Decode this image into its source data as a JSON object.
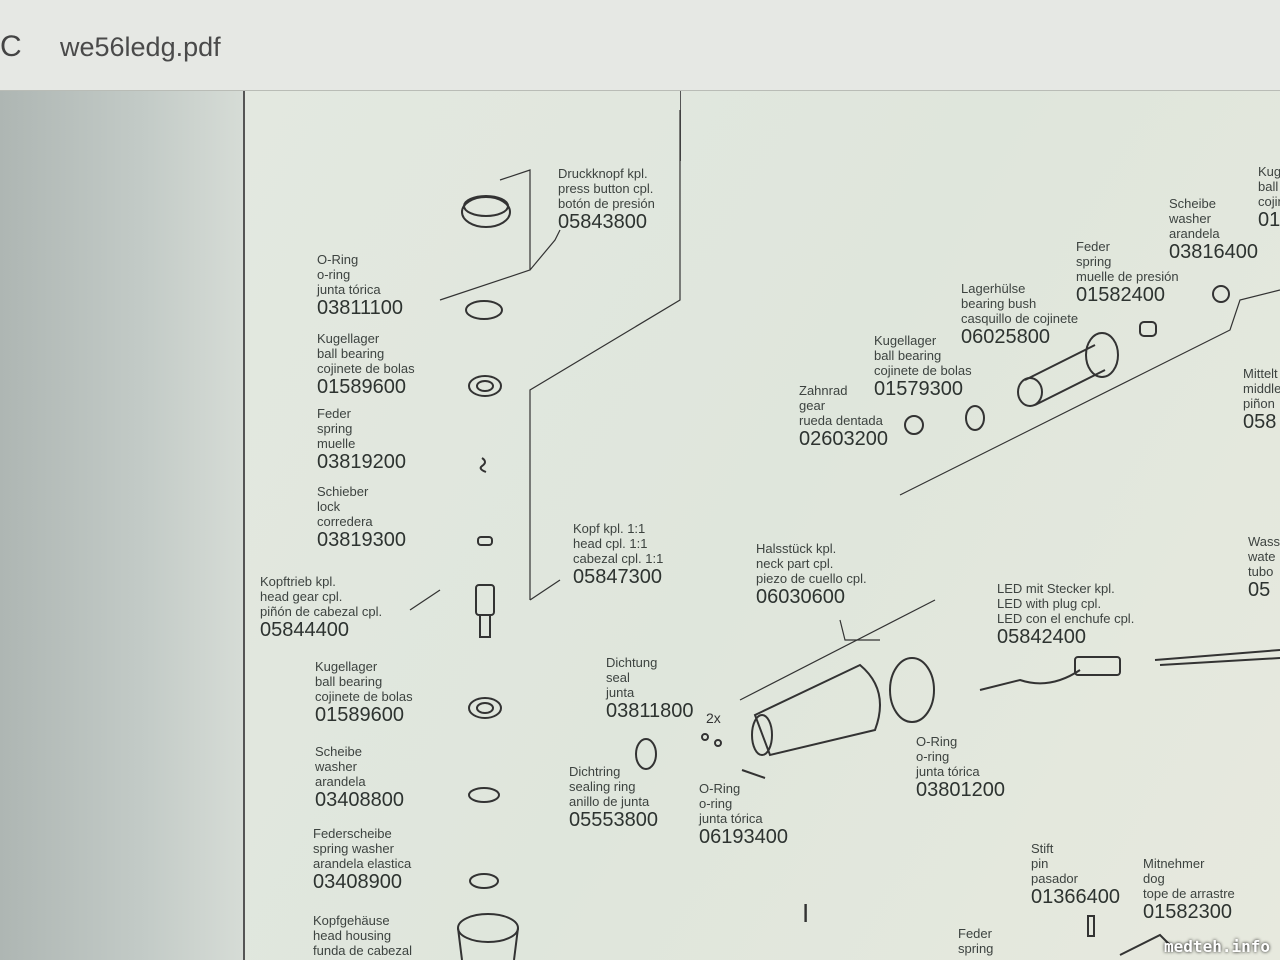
{
  "window": {
    "title": "we56ledg.pdf",
    "refresh_icon": "reload-icon"
  },
  "parts": [
    {
      "de": "Druckknopf kpl.",
      "en": "press button cpl.",
      "es": "botón de presión",
      "num": "05843800"
    },
    {
      "de": "O-Ring",
      "en": "o-ring",
      "es": "junta tórica",
      "num": "03811100"
    },
    {
      "de": "Kugellager",
      "en": "ball bearing",
      "es": "cojinete de bolas",
      "num": "01589600"
    },
    {
      "de": "Feder",
      "en": "spring",
      "es": "muelle",
      "num": "03819200"
    },
    {
      "de": "Schieber",
      "en": "lock",
      "es": "corredera",
      "num": "03819300"
    },
    {
      "de": "Kopftrieb kpl.",
      "en": "head gear cpl.",
      "es": "piñón de cabezal cpl.",
      "num": "05844400"
    },
    {
      "de": "Kugellager",
      "en": "ball bearing",
      "es": "cojinete de bolas",
      "num": "01589600"
    },
    {
      "de": "Scheibe",
      "en": "washer",
      "es": "arandela",
      "num": "03408800"
    },
    {
      "de": "Federscheibe",
      "en": "spring washer",
      "es": "arandela elastica",
      "num": "03408900"
    },
    {
      "de": "Kopfgehäuse",
      "en": "head housing",
      "es": "funda de cabezal",
      "num": ""
    },
    {
      "de": "Kopf kpl. 1:1",
      "en": "head cpl. 1:1",
      "es": "cabezal cpl. 1:1",
      "num": "05847300"
    },
    {
      "de": "Halsstück kpl.",
      "en": "neck part cpl.",
      "es": "piezo de cuello cpl.",
      "num": "06030600"
    },
    {
      "de": "LED mit Stecker kpl.",
      "en": "LED with plug cpl.",
      "es": "LED con el enchufe cpl.",
      "num": "05842400"
    },
    {
      "de": "Dichtung",
      "en": "seal",
      "es": "junta",
      "num": "03811800"
    },
    {
      "de": "Dichtring",
      "en": "sealing ring",
      "es": "anillo de junta",
      "num": "05553800"
    },
    {
      "de": "O-Ring",
      "en": "o-ring",
      "es": "junta tórica",
      "num": "06193400"
    },
    {
      "de": "O-Ring",
      "en": "o-ring",
      "es": "junta tórica",
      "num": "03801200"
    },
    {
      "de": "Zahnrad",
      "en": "gear",
      "es": "rueda dentada",
      "num": "02603200"
    },
    {
      "de": "Kugellager",
      "en": "ball bearing",
      "es": "cojinete de bolas",
      "num": "01579300"
    },
    {
      "de": "Lagerhülse",
      "en": "bearing bush",
      "es": "casquillo de cojinete",
      "num": "06025800"
    },
    {
      "de": "Feder",
      "en": "spring",
      "es": "muelle de presión",
      "num": "01582400"
    },
    {
      "de": "Scheibe",
      "en": "washer",
      "es": "arandela",
      "num": "03816400"
    },
    {
      "de": "Stift",
      "en": "pin",
      "es": "pasador",
      "num": "01366400"
    },
    {
      "de": "Mitnehmer",
      "en": "dog",
      "es": "tope de arrastre",
      "num": "01582300"
    },
    {
      "de": "Feder",
      "en": "spring",
      "es": "",
      "num": ""
    },
    {
      "de": "Kug",
      "en": "ball",
      "es": "cojin",
      "num": "01"
    },
    {
      "de": "Mittelt",
      "en": "middle",
      "es": "piñon",
      "num": "058"
    },
    {
      "de": "Wass",
      "en": "wate",
      "es": "tubo",
      "num": "05"
    }
  ],
  "quantity_note": "2x",
  "watermark": "medteh.info"
}
